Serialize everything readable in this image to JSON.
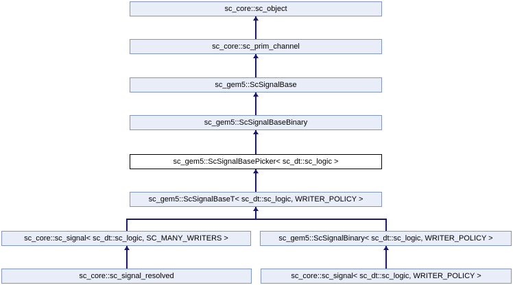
{
  "diagram": {
    "type": "class-inheritance-graph",
    "current_class": "sc_gem5::ScSignalBasePicker< sc_dt::sc_logic >"
  },
  "colors": {
    "node_fill": "#e8edf7",
    "node_border": "#7e95c5",
    "current_fill": "#ffffff",
    "current_border": "#000000",
    "edge": "#191970",
    "text": "#000000",
    "background": "#ffffff"
  },
  "nodes": [
    {
      "id": "sc-object",
      "label": "sc_core::sc_object"
    },
    {
      "id": "sc-prim-channel",
      "label": "sc_core::sc_prim_channel"
    },
    {
      "id": "sc-signal-base",
      "label": "sc_gem5::ScSignalBase"
    },
    {
      "id": "sc-signal-base-binary",
      "label": "sc_gem5::ScSignalBaseBinary"
    },
    {
      "id": "sc-signal-base-picker",
      "label": "sc_gem5::ScSignalBasePicker< sc_dt::sc_logic >"
    },
    {
      "id": "sc-signal-base-t",
      "label": "sc_gem5::ScSignalBaseT< sc_dt::sc_logic, WRITER_POLICY >"
    },
    {
      "id": "sc-signal-many-writers",
      "label": "sc_core::sc_signal< sc_dt::sc_logic, SC_MANY_WRITERS >"
    },
    {
      "id": "sc-signal-binary",
      "label": "sc_gem5::ScSignalBinary< sc_dt::sc_logic, WRITER_POLICY >"
    },
    {
      "id": "sc-signal-resolved",
      "label": "sc_core::sc_signal_resolved"
    },
    {
      "id": "sc-signal-writer-policy",
      "label": "sc_core::sc_signal< sc_dt::sc_logic, WRITER_POLICY >"
    }
  ],
  "edges": [
    {
      "from": "sc_core::sc_prim_channel",
      "to": "sc_core::sc_object"
    },
    {
      "from": "sc_gem5::ScSignalBase",
      "to": "sc_core::sc_prim_channel"
    },
    {
      "from": "sc_gem5::ScSignalBaseBinary",
      "to": "sc_gem5::ScSignalBase"
    },
    {
      "from": "sc_gem5::ScSignalBasePicker< sc_dt::sc_logic >",
      "to": "sc_gem5::ScSignalBaseBinary"
    },
    {
      "from": "sc_gem5::ScSignalBaseT< sc_dt::sc_logic, WRITER_POLICY >",
      "to": "sc_gem5::ScSignalBasePicker< sc_dt::sc_logic >"
    },
    {
      "from": "sc_core::sc_signal< sc_dt::sc_logic, SC_MANY_WRITERS >",
      "to": "sc_gem5::ScSignalBaseT< sc_dt::sc_logic, WRITER_POLICY >"
    },
    {
      "from": "sc_gem5::ScSignalBinary< sc_dt::sc_logic, WRITER_POLICY >",
      "to": "sc_gem5::ScSignalBaseT< sc_dt::sc_logic, WRITER_POLICY >"
    },
    {
      "from": "sc_core::sc_signal_resolved",
      "to": "sc_core::sc_signal< sc_dt::sc_logic, SC_MANY_WRITERS >"
    },
    {
      "from": "sc_core::sc_signal< sc_dt::sc_logic, WRITER_POLICY >",
      "to": "sc_gem5::ScSignalBinary< sc_dt::sc_logic, WRITER_POLICY >"
    }
  ]
}
